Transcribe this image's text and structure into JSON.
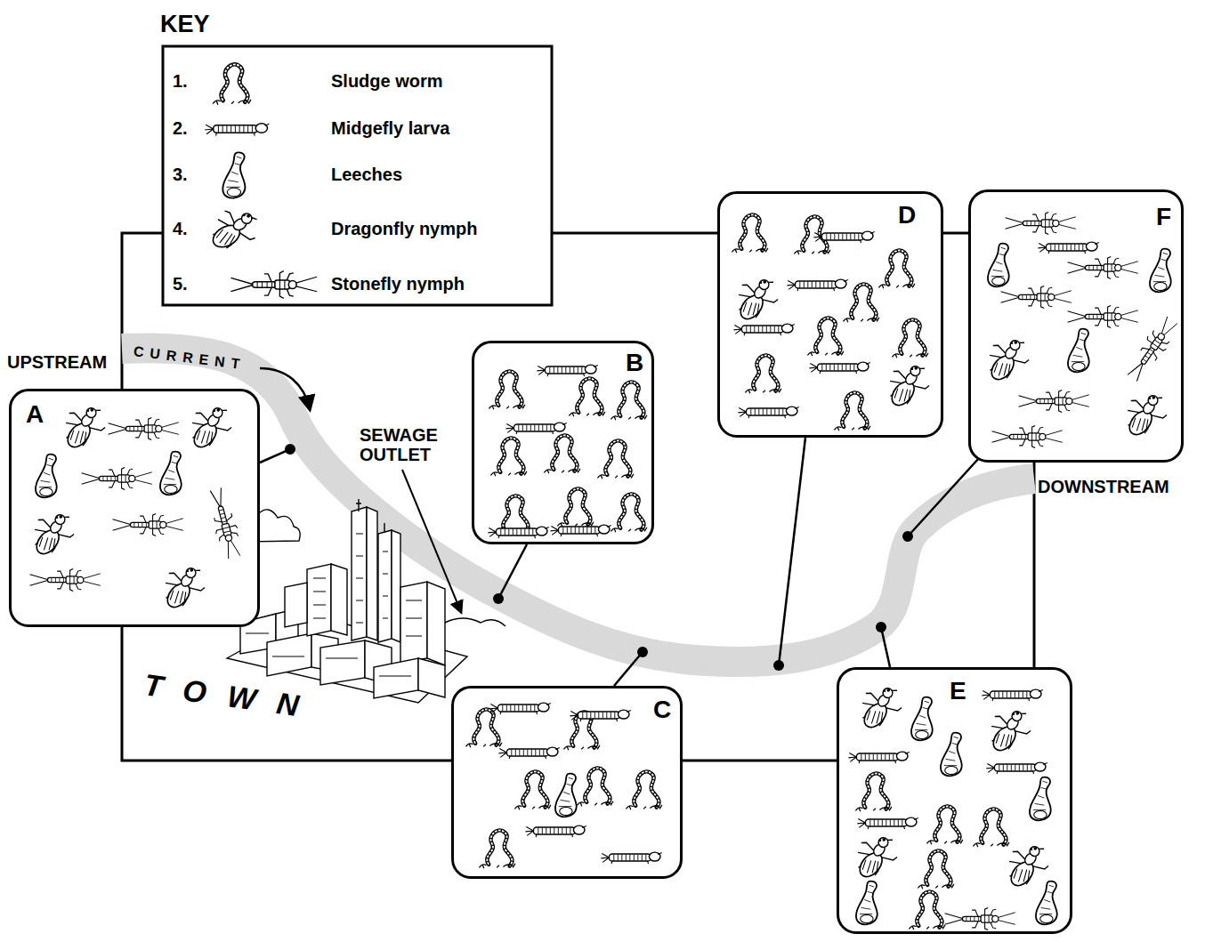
{
  "diagram": {
    "nodes": [
      {
        "text": [
          "A"
        ]
      },
      {
        "text": [
          "B"
        ]
      },
      {
        "text": [
          "C"
        ]
      },
      {
        "text": [
          "D"
        ]
      },
      {
        "text": [
          "E"
        ]
      },
      {
        "text": [
          "F"
        ]
      }
    ],
    "labels": [
      "KEY",
      "1.",
      "2.",
      "3.",
      "4.",
      "5.",
      "UPSTREAM",
      "CURRENT",
      "SEWAGE OUTLET",
      "DOWNSTREAM",
      "TOWN"
    ],
    "legend": [
      {
        "text": "Sludge worm"
      },
      {
        "text": "Midgefly larva"
      },
      {
        "text": "Leeches"
      },
      {
        "text": "Dragonfly nymph"
      },
      {
        "text": "Stonefly nymph"
      }
    ]
  }
}
